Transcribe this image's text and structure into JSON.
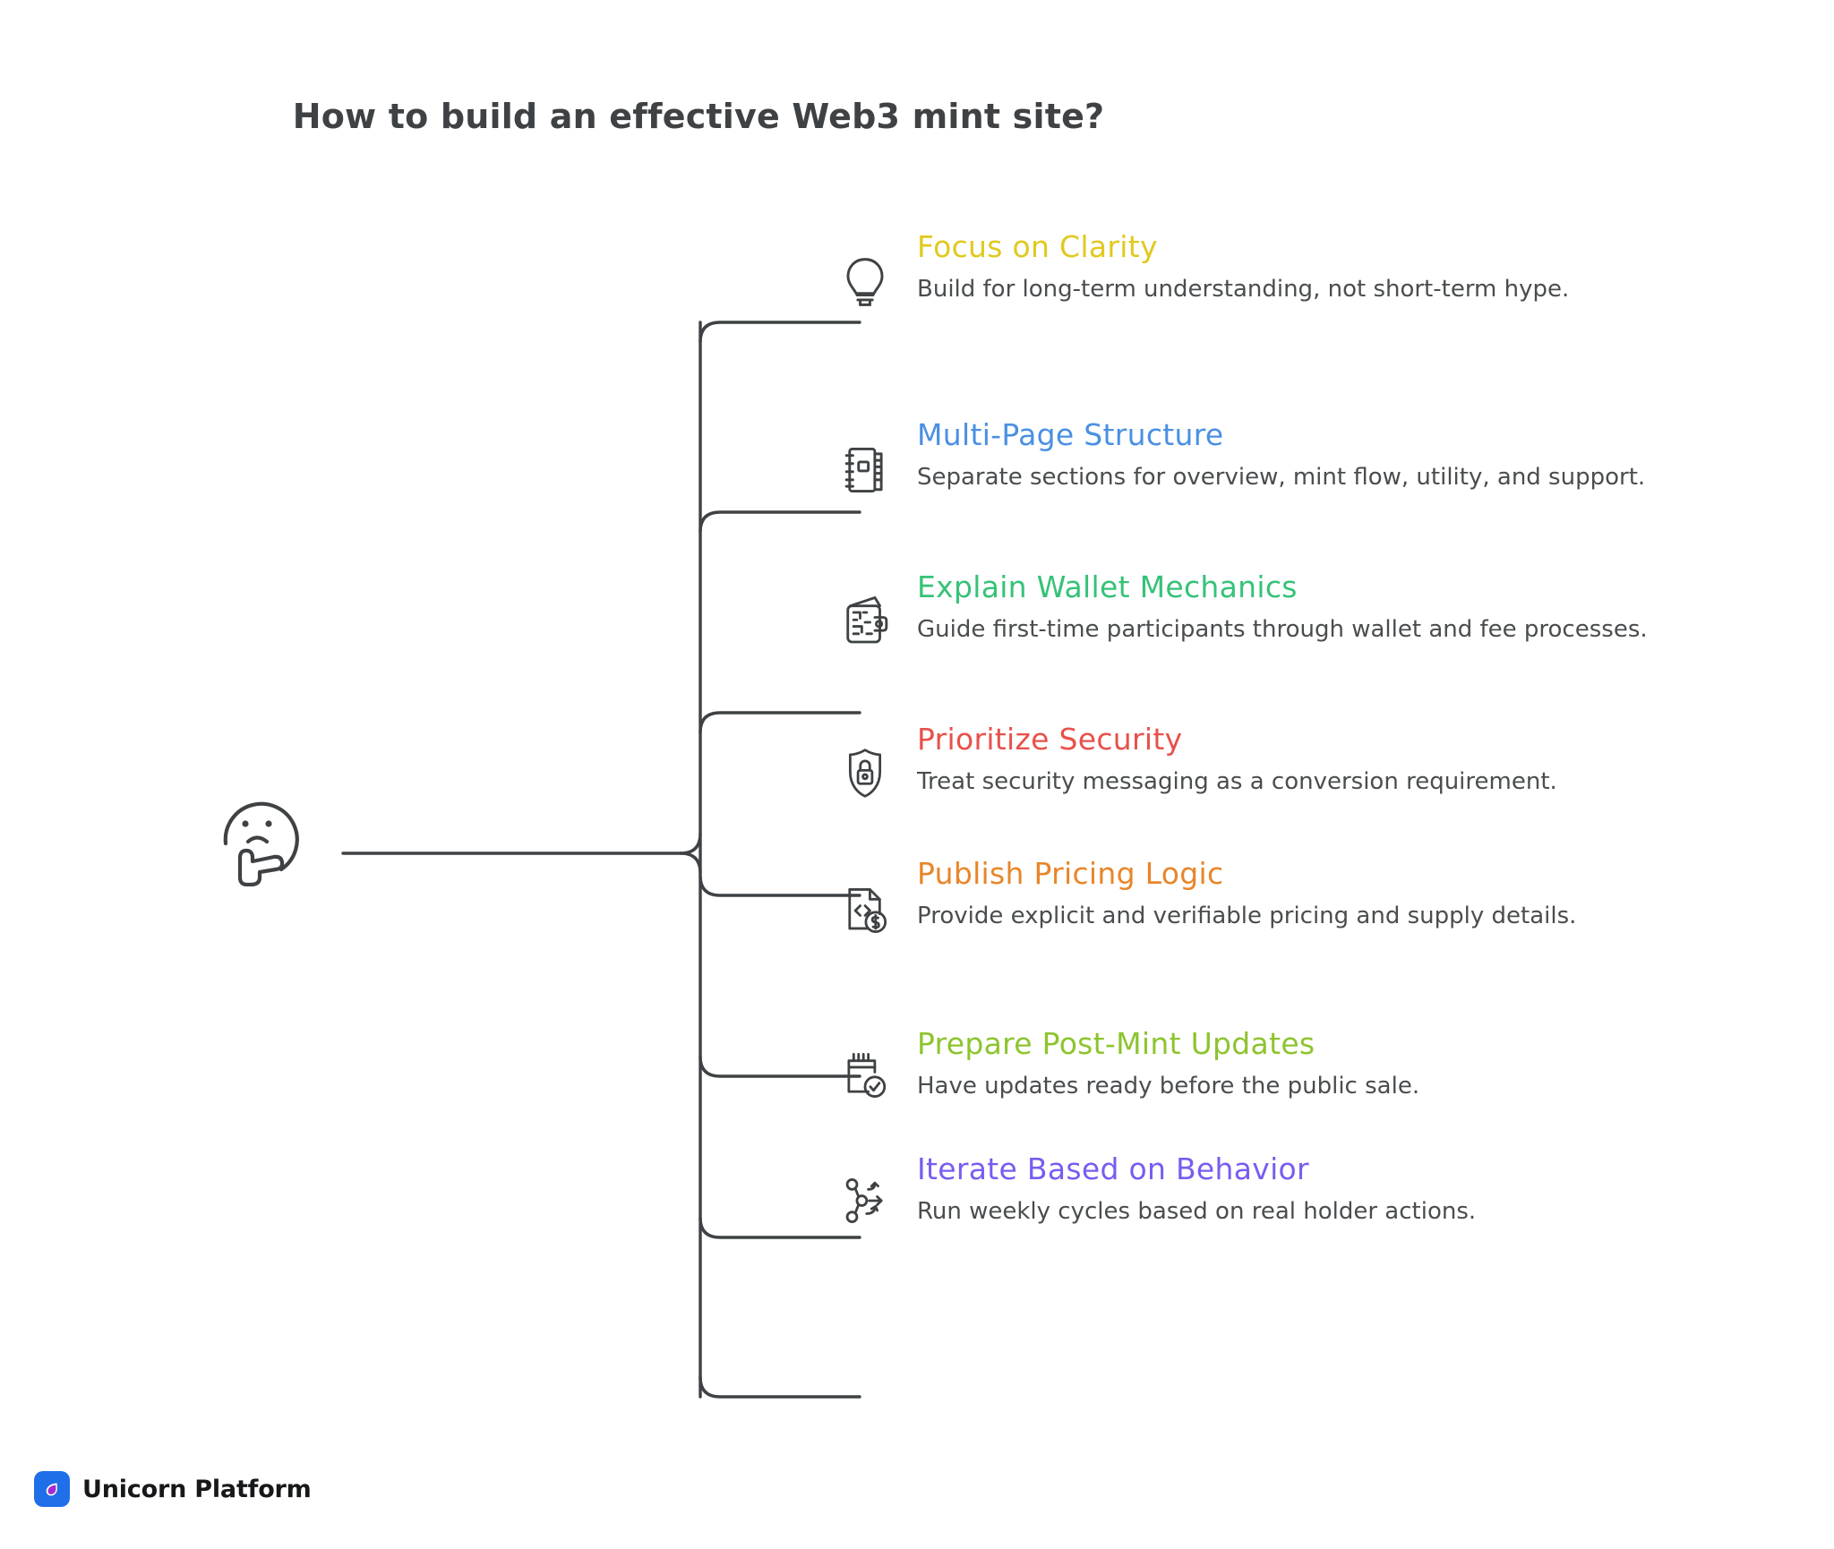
{
  "title": "How to build an effective Web3 mint site?",
  "central_node": {
    "icon": "thinking-face-icon",
    "label": ""
  },
  "colors": {
    "stroke": "#3f4244",
    "body_text": "#4a4d4f",
    "title": "#3f4244",
    "brand_blue": "#1f6fe8",
    "brand_droplet": "#a52ad1"
  },
  "branches": [
    {
      "heading": "Focus on Clarity",
      "body": "Build for long-term understanding, not short-term hype.",
      "color": "#e0c91f",
      "icon": "lightbulb-icon"
    },
    {
      "heading": "Multi-Page Structure",
      "body": "Separate sections for overview, mint flow, utility, and support.",
      "color": "#4a90e2",
      "icon": "notebook-icon"
    },
    {
      "heading": "Explain Wallet Mechanics",
      "body": "Guide first-time participants through wallet and fee processes.",
      "color": "#36c278",
      "icon": "wallet-icon"
    },
    {
      "heading": "Prioritize Security",
      "body": "Treat security messaging as a conversion requirement.",
      "color": "#e8514b",
      "icon": "shield-lock-icon"
    },
    {
      "heading": "Publish Pricing Logic",
      "body": "Provide explicit and verifiable pricing and supply details.",
      "color": "#e8862a",
      "icon": "code-file-dollar-icon"
    },
    {
      "heading": "Prepare Post-Mint Updates",
      "body": "Have updates ready before the public sale.",
      "color": "#8dc42f",
      "icon": "calendar-check-icon"
    },
    {
      "heading": "Iterate Based on Behavior",
      "body": "Run weekly cycles based on real holder actions.",
      "color": "#7a5cf0",
      "icon": "branch-nodes-icon"
    }
  ],
  "footer": {
    "brand": "Unicorn Platform",
    "logo_icon": "unicorn-droplet-logo-icon"
  }
}
